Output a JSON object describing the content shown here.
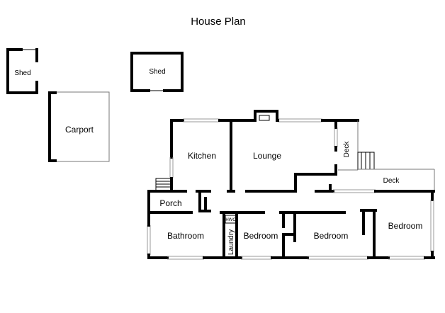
{
  "title": "House Plan",
  "rooms": {
    "shed_left": "Shed",
    "shed_right": "Shed",
    "carport": "Carport",
    "kitchen": "Kitchen",
    "lounge": "Lounge",
    "deck_vertical": "Deck",
    "deck": "Deck",
    "porch": "Porch",
    "bathroom": "Bathroom",
    "hwc": "HWC",
    "laundry": "Laundry",
    "bedroom_1": "Bedroom",
    "bedroom_2": "Bedroom",
    "bedroom_3": "Bedroom"
  }
}
